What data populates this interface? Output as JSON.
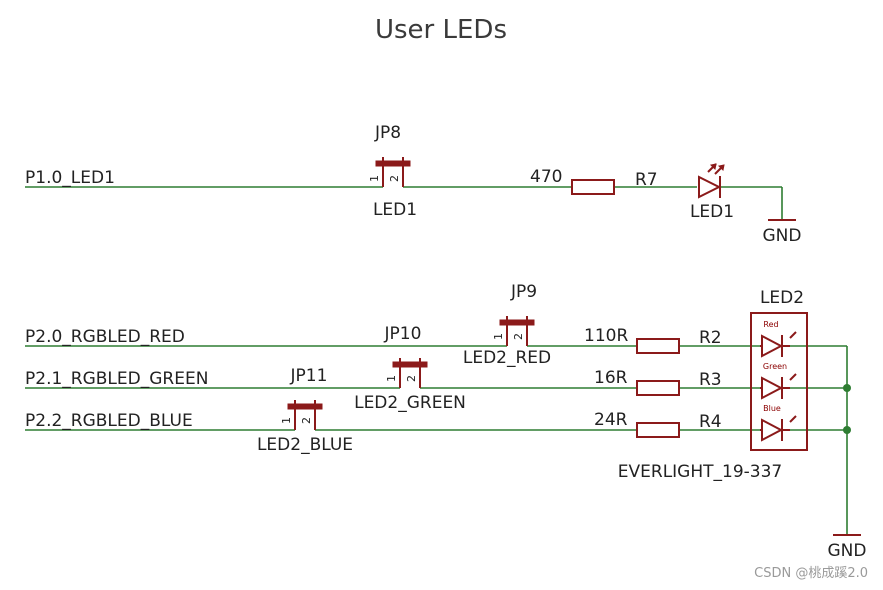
{
  "title": "User LEDs",
  "nets": {
    "p10": "P1.0_LED1",
    "p20": "P2.0_RGBLED_RED",
    "p21": "P2.1_RGBLED_GREEN",
    "p22": "P2.2_RGBLED_BLUE",
    "gnd": "GND"
  },
  "jumpers": {
    "jp8": {
      "ref": "JP8",
      "label": "LED1",
      "pin1": "1",
      "pin2": "2"
    },
    "jp9": {
      "ref": "JP9",
      "label": "LED2_RED",
      "pin1": "1",
      "pin2": "2"
    },
    "jp10": {
      "ref": "JP10",
      "label": "LED2_GREEN",
      "pin1": "1",
      "pin2": "2"
    },
    "jp11": {
      "ref": "JP11",
      "label": "LED2_BLUE",
      "pin1": "1",
      "pin2": "2"
    }
  },
  "resistors": {
    "r7": {
      "ref": "R7",
      "value": "470"
    },
    "r2": {
      "ref": "R2",
      "value": "110R"
    },
    "r3": {
      "ref": "R3",
      "value": "16R"
    },
    "r4": {
      "ref": "R4",
      "value": "24R"
    }
  },
  "leds": {
    "led1": {
      "ref": "LED1"
    },
    "led2": {
      "ref": "LED2",
      "part": "EVERLIGHT_19-337",
      "channels": {
        "red": "Red",
        "green": "Green",
        "blue": "Blue"
      }
    }
  },
  "watermark": "CSDN @桃成蹊2.0",
  "colors": {
    "wire": "#2e7d32",
    "part": "#8b1a1a",
    "text": "#222222"
  }
}
